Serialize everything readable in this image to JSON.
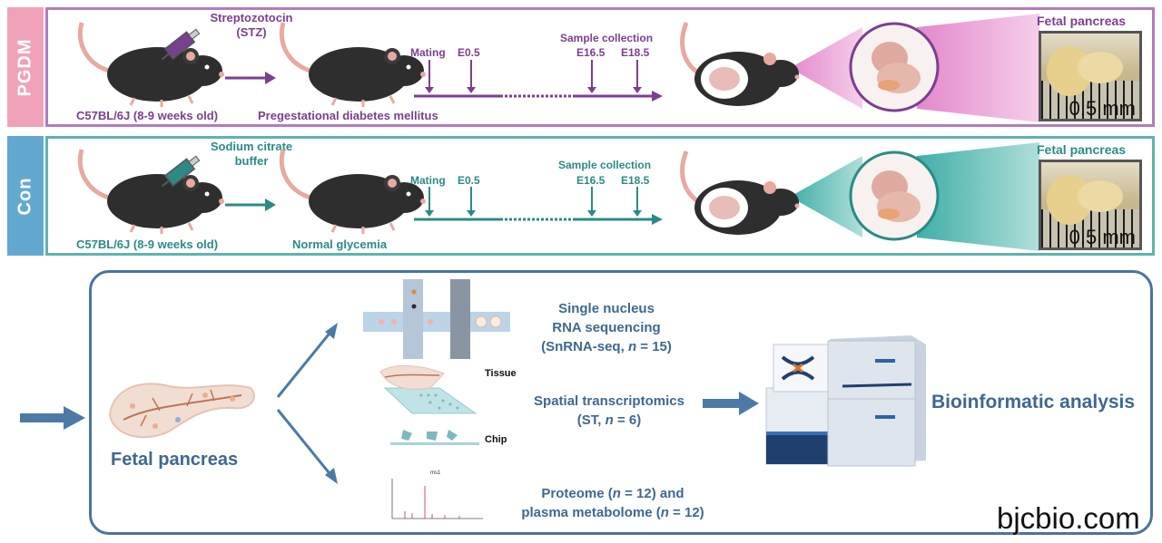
{
  "pgdm_row": {
    "label": "PGDM",
    "injection": "Streptozotocin\n(STZ)",
    "strain": "C57BL/6J (8-9 weeks old)",
    "condition": "Pregestational diabetes mellitus",
    "mating": "Mating",
    "e05": "E0.5",
    "sample_collection": "Sample collection",
    "e165": "E16.5",
    "e185": "E18.5",
    "fetal_pancreas": "Fetal pancreas",
    "scale": "0.5 mm"
  },
  "con_row": {
    "label": "Con",
    "injection": "Sodium citrate\nbuffer",
    "strain": "C57BL/6J (8-9 weeks old)",
    "condition": "Normal glycemia",
    "mating": "Mating",
    "e05": "E0.5",
    "sample_collection": "Sample collection",
    "e165": "E16.5",
    "e185": "E18.5",
    "fetal_pancreas": "Fetal pancreas",
    "scale": "0.5 mm"
  },
  "workflow": {
    "fetal_pancreas": "Fetal pancreas",
    "snrna_line1": "Single nucleus",
    "snrna_line2": "RNA sequencing",
    "snrna_line3_pre": "(SnRNA-seq, ",
    "snrna_n": "n",
    "snrna_line3_post": " = 15)",
    "tissue": "Tissue",
    "chip": "Chip",
    "st_line1": "Spatial transcriptomics",
    "st_line2_pre": "(ST, ",
    "st_n": "n",
    "st_line2_post": " = 6)",
    "prot_line1_pre": "Proteome (",
    "prot_n": "n",
    "prot_line1_post": " = 12) and",
    "prot_line2_pre": "plasma metabolome (",
    "prot_n2": "n",
    "prot_line2_post": " = 12)",
    "bioinformatic": "Bioinformatic analysis",
    "ms_title": "ms1"
  },
  "watermark": "bjcbio.com",
  "colors": {
    "pgdm_accent": "#b07cc0",
    "pgdm_label_bg": "#f0a3b8",
    "con_accent": "#5fb3ad",
    "con_label_bg": "#63a9cf",
    "workflow_border": "#4a74a0",
    "arrow_blue": "#4d7aa5"
  }
}
